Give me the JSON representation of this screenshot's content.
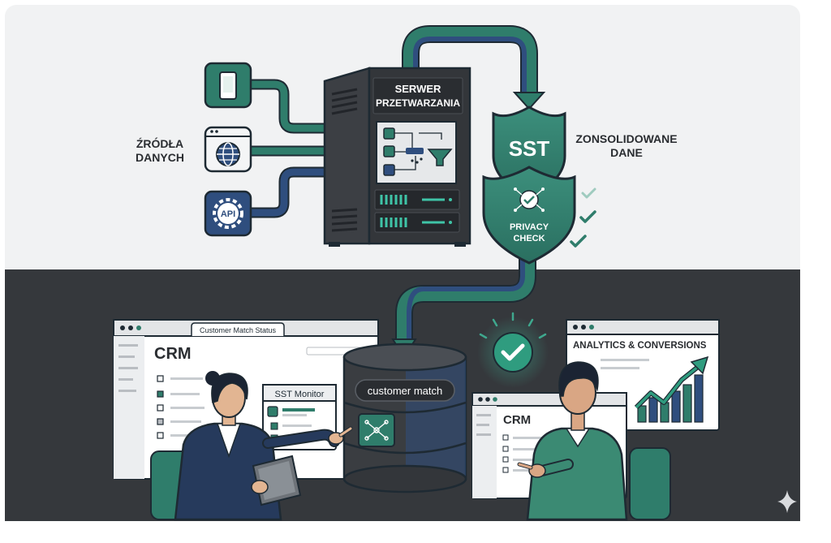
{
  "labels": {
    "sources_line1": "ŹRÓDŁA",
    "sources_line2": "DANYCH",
    "server_line1": "SERWER",
    "server_line2": "PRZETWARZANIA",
    "consolidated_line1": "ZONSOLIDOWANE",
    "consolidated_line2": "DANE",
    "sst": "SST",
    "privacy_line1": "PRIVACY",
    "privacy_line2": "CHECK",
    "api": "API",
    "crm_tab": "Customer Match Status",
    "crm_title": "CRM",
    "sst_monitor": "SST Monitor",
    "customer_match": "customer match",
    "analytics_title": "ANALYTICS & CONVERSIONS",
    "crm2_title": "CRM"
  },
  "colors": {
    "teal": "#2f7d6b",
    "navy": "#2f4e7e",
    "dark": "#3a3d41",
    "panel": "#e9eaeb"
  },
  "icons": [
    "phone-icon",
    "globe-icon",
    "api-gear-icon",
    "funnel-icon",
    "check-icon"
  ]
}
